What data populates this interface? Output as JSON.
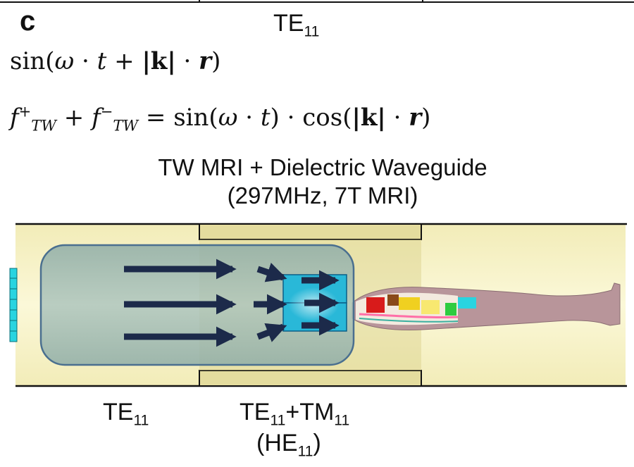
{
  "panel_label": "c",
  "top_mode": {
    "base": "TE",
    "sub": "11"
  },
  "equation_1": {
    "sin": "sin(",
    "omega": "ω",
    "dot1": " · ",
    "t": "t",
    "plus": " + ",
    "k": "|k|",
    "dot2": " · ",
    "r": "r",
    "close": ")"
  },
  "equation_2": {
    "f1": "f",
    "f1_sup": "+",
    "f1_sub": "TW",
    "plus": " + ",
    "f2": "f",
    "f2_sup": "−",
    "f2_sub": "TW",
    "eq": " = sin(",
    "omega": "ω",
    "dot1": " · ",
    "t": "t",
    "close1": ") ",
    "dot2": "· ",
    "cos": "cos(",
    "k": "|k|",
    "dot3": " · ",
    "r": "r",
    "close2": ")"
  },
  "title": {
    "line1": "TW MRI + Dielectric Waveguide",
    "line2": "(297MHz, 7T MRI)"
  },
  "bottom_labels": {
    "left": {
      "base": "TE",
      "sub": "11"
    },
    "middle": {
      "base1": "TE",
      "sub1": "11",
      "plus": "+TM",
      "sub2": "11"
    },
    "hybrid": {
      "open": "(HE",
      "sub": "11",
      "close": ")"
    }
  },
  "colors": {
    "bore": "#f8f4c4",
    "bore_line": "#111111",
    "guide_fill": "#8aa9a3",
    "guide_border": "#4a6f8f",
    "arrow": "#1c2a4a",
    "antenna": "#29d4e0",
    "body": "#b08a8e"
  }
}
